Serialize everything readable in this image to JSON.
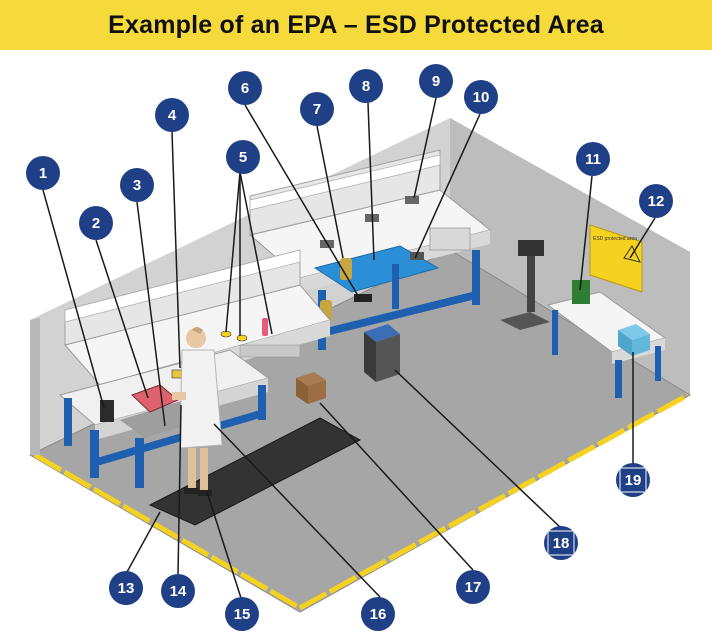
{
  "title": "Example of an EPA – ESD Protected Area",
  "sign_text": "ESD protected area",
  "colors": {
    "title_bg": "#f6d93a",
    "callout": "#1f3f86",
    "bench_blue": "#1e5fb0",
    "floor": "#a4a4a4",
    "wall": "#cfcfcf",
    "boundary_tape": "#f4d21f",
    "mat_blue": "#2a8fd6",
    "floor_mat": "#333333"
  },
  "callouts": [
    {
      "id": "callout-1",
      "label": "1"
    },
    {
      "id": "callout-2",
      "label": "2"
    },
    {
      "id": "callout-3",
      "label": "3"
    },
    {
      "id": "callout-4",
      "label": "4"
    },
    {
      "id": "callout-5",
      "label": "5"
    },
    {
      "id": "callout-6",
      "label": "6"
    },
    {
      "id": "callout-7",
      "label": "7"
    },
    {
      "id": "callout-8",
      "label": "8"
    },
    {
      "id": "callout-9",
      "label": "9"
    },
    {
      "id": "callout-10",
      "label": "10"
    },
    {
      "id": "callout-11",
      "label": "11"
    },
    {
      "id": "callout-12",
      "label": "12"
    },
    {
      "id": "callout-13",
      "label": "13"
    },
    {
      "id": "callout-14",
      "label": "14"
    },
    {
      "id": "callout-15",
      "label": "15"
    },
    {
      "id": "callout-16",
      "label": "16"
    },
    {
      "id": "callout-17",
      "label": "17"
    },
    {
      "id": "callout-18",
      "label": "18"
    },
    {
      "id": "callout-19",
      "label": "19"
    }
  ]
}
